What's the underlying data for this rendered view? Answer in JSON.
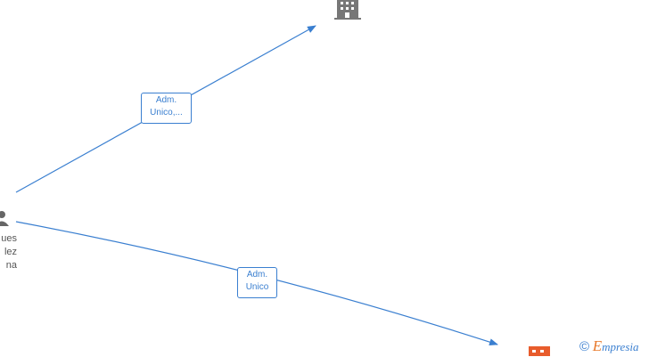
{
  "person": {
    "label_lines": [
      "ues",
      "lez",
      "na"
    ]
  },
  "edges": [
    {
      "from": "person",
      "to": "company-top",
      "label": "Adm.\nUnico,..."
    },
    {
      "from": "person",
      "to": "company-bottom",
      "label": "Adm.\nUnico"
    }
  ],
  "nodes": {
    "company_top": {
      "icon": "building-icon",
      "color": "#777777"
    },
    "company_bottom": {
      "icon": "building-icon",
      "color": "#e85c2c"
    }
  },
  "colors": {
    "edge": "#3a7fd0",
    "person_icon": "#666666"
  },
  "watermark": {
    "symbol": "©",
    "brand_first": "E",
    "brand_rest": "mpresia"
  }
}
